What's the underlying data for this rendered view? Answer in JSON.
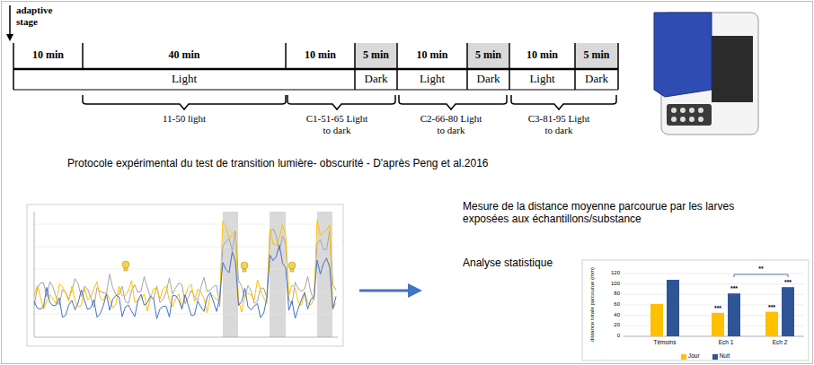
{
  "diagram": {
    "caption": "Protocole expérimental du test de transition lumière- obscurité - D'après Peng et al.2016",
    "labels": [
      "adaptive stage",
      "10 min",
      "40 min",
      "10 min",
      "5 min",
      "10 min",
      "5 min",
      "10 min",
      "5 min",
      "Light",
      "Dark",
      "Light",
      "Dark",
      "Light",
      "Dark",
      "11-50 light",
      "C1-51-65 Light to dark",
      "C2-66-80 Light to dark",
      "C3-81-95 Light to dark",
      "Mesure de la distance moyenne parcourue par les larves exposées aux échantillons/substance",
      "Analyse statistique",
      "0",
      "20",
      "40",
      "60",
      "80",
      "100",
      "120",
      "distance totale parcourue (mm)",
      "Témoins",
      "Ech 1",
      "Ech 2",
      "***",
      "***",
      "***",
      "***",
      "**"
    ],
    "legend": [
      {
        "text": "Jour",
        "color": "#ffc000"
      },
      {
        "text": "Nuit",
        "color": "#2f5597"
      }
    ]
  }
}
